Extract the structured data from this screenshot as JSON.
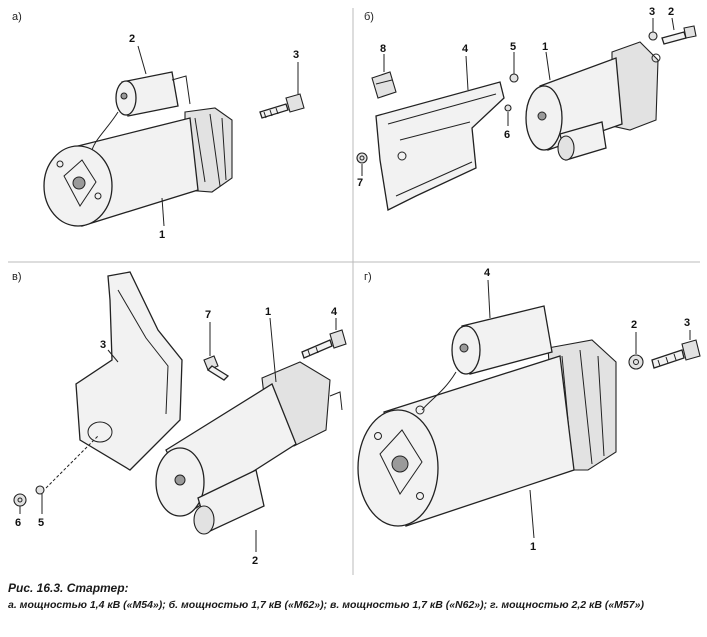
{
  "panels": {
    "a": {
      "label": "а)",
      "callouts": [
        "2",
        "3",
        "1"
      ]
    },
    "b": {
      "label": "б)",
      "callouts": [
        "8",
        "4",
        "5",
        "1",
        "3",
        "2",
        "6",
        "7"
      ]
    },
    "v": {
      "label": "в)",
      "callouts": [
        "3",
        "7",
        "1",
        "4",
        "6",
        "5",
        "2"
      ]
    },
    "g": {
      "label": "г)",
      "callouts": [
        "4",
        "2",
        "3",
        "1"
      ]
    }
  },
  "caption": {
    "title": "Рис. 16.3. Стартер:",
    "text": "а. мощностью 1,4 кВ («М54»); б. мощностью 1,7 кВ («М62»); в. мощностью 1,7 кВ («N62»); г. мощностью 2,2 кВ («М57»)"
  }
}
